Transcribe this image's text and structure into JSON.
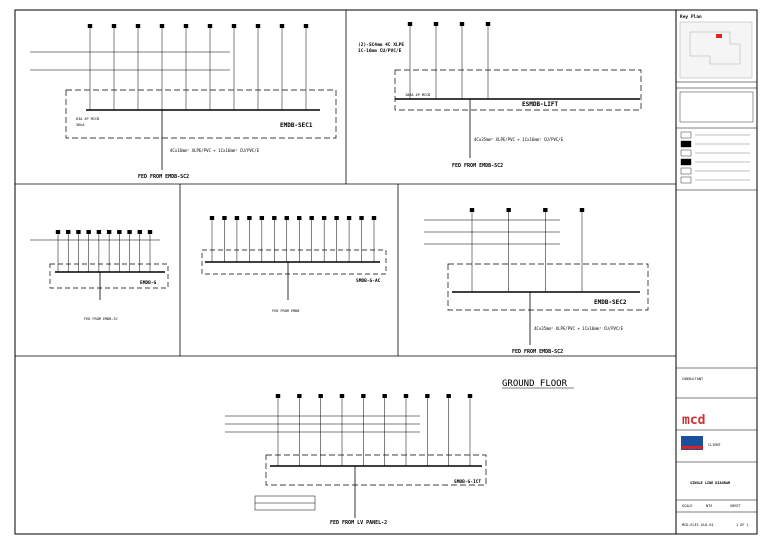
{
  "sheet": {
    "key_plan_title": "Key Plan",
    "floor_title": "GROUND FLOOR",
    "project_stamp": "mcd",
    "drawing_number": "MCD-ELEC-SLD-01"
  },
  "panels": [
    {
      "id": "p1",
      "name": "EMDB-SEC1",
      "feed": "FED FROM EMDB-SC2",
      "cable": "4Cx16mm² XLPE/PVC + 1Cx16mm² CU/PVC/E",
      "circuits": 10
    },
    {
      "id": "p2",
      "name": "ESMDB-LIFT",
      "feed": "FED FROM EMDB-SC2",
      "cable": "4Cx35mm² XLPE/PVC + 1Cx16mm² CU/PVC/E",
      "circuits": 4
    },
    {
      "id": "p3",
      "name": "EMDB-G",
      "feed": "",
      "cable": "",
      "circuits": 10
    },
    {
      "id": "p4",
      "name": "SMDB-G-AC",
      "feed": "",
      "cable": "",
      "circuits": 14
    },
    {
      "id": "p5",
      "name": "EMDB-SEC2",
      "feed": "FED FROM EMDB-SC2",
      "cable": "4Cx35mm² XLPE/PVC + 1Cx16mm² CU/PVC/E",
      "circuits": 4
    },
    {
      "id": "p6",
      "name": "SMDB-G-ICT",
      "feed": "FED FROM LV PANEL-2",
      "cable": "",
      "circuits": 10
    }
  ],
  "title_block": {
    "consultant_label": "CONSULTANT",
    "client_label": "CLIENT",
    "drawing_title": "SINGLE LINE DIAGRAM",
    "scale_label": "SCALE",
    "scale_value": "NTS",
    "sheet_label": "SHEET",
    "sheet_value": "1 OF 1"
  }
}
